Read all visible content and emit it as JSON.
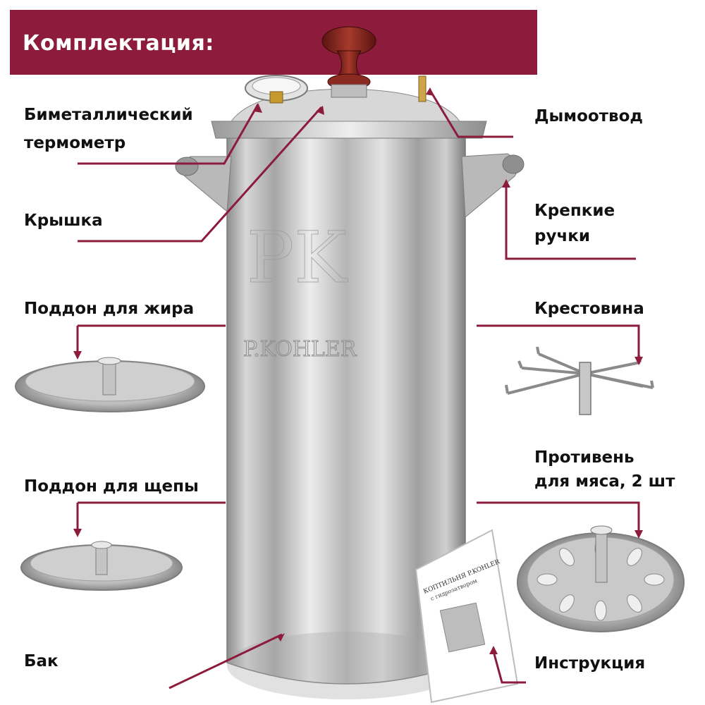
{
  "header": {
    "title": "Комплектация:"
  },
  "labels": {
    "thermometer": {
      "line1": "Биметаллический",
      "line2": "термометр"
    },
    "lid": "Крышка",
    "grease_tray": "Поддон для жира",
    "chip_tray": "Поддон для щепы",
    "tank": "Бак",
    "smoke_outlet": "Дымоотвод",
    "handles": {
      "line1": "Крепкие",
      "line2": "ручки"
    },
    "cross": "Крестовина",
    "meat_tray": {
      "line1": "Противень",
      "line2": "для мяса, 2 шт"
    },
    "manual": "Инструкция"
  },
  "product": {
    "brand_text": "P.KOHLER",
    "monogram": "PK"
  },
  "manual_booklet": {
    "title": "КОПТИЛЬНЯ P.KOHLER",
    "subtitle": "с гидрозатвором"
  },
  "colors": {
    "banner": "#8c1b3c",
    "leader": "#8c1b3c",
    "steel": "#c8c8c8"
  }
}
